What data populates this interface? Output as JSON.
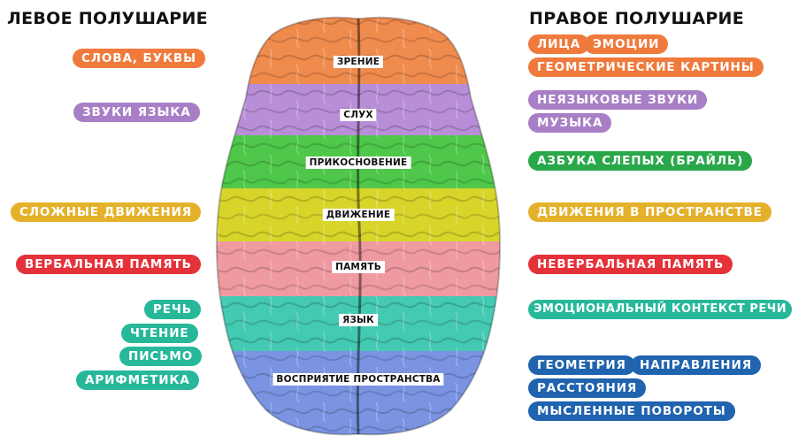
{
  "headings": {
    "left": "ЛЕВОЕ ПОЛУШАРИЕ",
    "right": "ПРАВОЕ ПОЛУШАРИЕ"
  },
  "colors": {
    "orange": "#ef7a3c",
    "violet": "#a87fc6",
    "green": "#29a84a",
    "yellow": "#e5b12a",
    "red": "#e5323a",
    "teal": "#27b89a",
    "blue": "#2063ae"
  },
  "zones": [
    {
      "label": "ЗРЕНИЕ",
      "color": "#f08b4e"
    },
    {
      "label": "СЛУХ",
      "color": "#b98ed8"
    },
    {
      "label": "ПРИКОСНОВЕНИЕ",
      "color": "#4ec74a"
    },
    {
      "label": "ДВИЖЕНИЕ",
      "color": "#d8d52a"
    },
    {
      "label": "ПАМЯТЬ",
      "color": "#ee9aa0"
    },
    {
      "label": "ЯЗЫК",
      "color": "#44c9b2"
    },
    {
      "label": "ВОСПРИЯТИЕ ПРОСТРАНСТВА",
      "color": "#7a94e2"
    }
  ],
  "left_pills": [
    {
      "label": "СЛОВА, БУКВЫ",
      "color": "#ef7a3c"
    },
    {
      "label": "ЗВУКИ ЯЗЫКА",
      "color": "#a87fc6"
    },
    {
      "label": "СЛОЖНЫЕ ДВИЖЕНИЯ",
      "color": "#e5b12a"
    },
    {
      "label": "ВЕРБАЛЬНАЯ ПАМЯТЬ",
      "color": "#e5323a"
    },
    {
      "label": "РЕЧЬ",
      "color": "#27b89a"
    },
    {
      "label": "ЧТЕНИЕ",
      "color": "#27b89a"
    },
    {
      "label": "ПИСЬМО",
      "color": "#27b89a"
    },
    {
      "label": "АРИФМЕТИКА",
      "color": "#27b89a"
    }
  ],
  "right_pills": [
    {
      "label": "ЛИЦА",
      "color": "#ef7a3c"
    },
    {
      "label": "ЭМОЦИИ",
      "color": "#ef7a3c"
    },
    {
      "label": "ГЕОМЕТРИЧЕСКИЕ КАРТИНЫ",
      "color": "#ef7a3c"
    },
    {
      "label": "НЕЯЗЫКОВЫЕ ЗВУКИ",
      "color": "#a87fc6"
    },
    {
      "label": "МУЗЫКА",
      "color": "#a87fc6"
    },
    {
      "label": "АЗБУКА СЛЕПЫХ (БРАЙЛЬ)",
      "color": "#29a84a"
    },
    {
      "label": "ДВИЖЕНИЯ В ПРОСТРАНСТВЕ",
      "color": "#e5b12a"
    },
    {
      "label": "НЕВЕРБАЛЬНАЯ  ПАМЯТЬ",
      "color": "#e5323a"
    },
    {
      "label": "ЭМОЦИОНАЛЬНЫЙ КОНТЕКСТ РЕЧИ",
      "color": "#27b89a"
    },
    {
      "label": "ГЕОМЕТРИЯ",
      "color": "#2063ae"
    },
    {
      "label": "НАПРАВЛЕНИЯ",
      "color": "#2063ae"
    },
    {
      "label": "РАССТОЯНИЯ",
      "color": "#2063ae"
    },
    {
      "label": "МЫСЛЕННЫЕ ПОВОРОТЫ",
      "color": "#2063ae"
    }
  ]
}
